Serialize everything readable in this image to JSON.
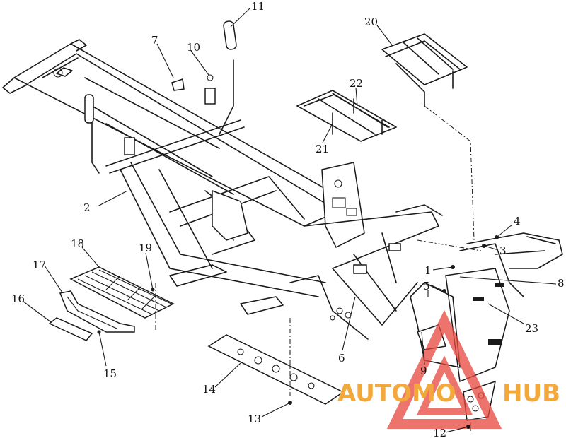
{
  "diagram": {
    "callouts": [
      {
        "id": "c1",
        "label": "1"
      },
      {
        "id": "c2",
        "label": "2"
      },
      {
        "id": "c3",
        "label": "3"
      },
      {
        "id": "c4",
        "label": "4"
      },
      {
        "id": "c5",
        "label": "5"
      },
      {
        "id": "c6",
        "label": "6"
      },
      {
        "id": "c7",
        "label": "7"
      },
      {
        "id": "c8",
        "label": "8"
      },
      {
        "id": "c9",
        "label": "9"
      },
      {
        "id": "c10",
        "label": "10"
      },
      {
        "id": "c11",
        "label": "11"
      },
      {
        "id": "c12",
        "label": "12"
      },
      {
        "id": "c13",
        "label": "13"
      },
      {
        "id": "c14",
        "label": "14"
      },
      {
        "id": "c15",
        "label": "15"
      },
      {
        "id": "c16",
        "label": "16"
      },
      {
        "id": "c17",
        "label": "17"
      },
      {
        "id": "c18",
        "label": "18"
      },
      {
        "id": "c19",
        "label": "19"
      },
      {
        "id": "c20",
        "label": "20"
      },
      {
        "id": "c21",
        "label": "21"
      },
      {
        "id": "c22",
        "label": "22"
      },
      {
        "id": "c23",
        "label": "23"
      }
    ]
  },
  "watermark": {
    "text_left": "AUTOMO",
    "text_right": "HUB",
    "color_orange": "#f2a83a",
    "color_red": "#e8463c"
  }
}
